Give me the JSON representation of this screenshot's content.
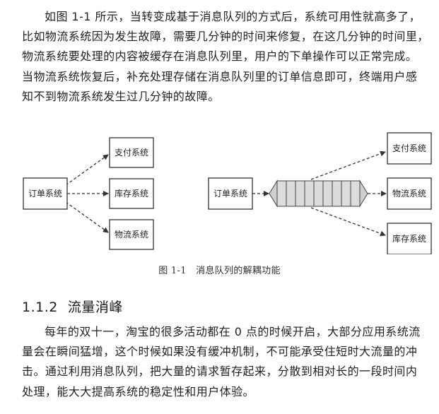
{
  "paragraph_1": [
    "如图 1-1 所示，当转变成基于消息队列的方式后，系统可用性就高多了，",
    "比如物流系统因为发生故障，需要几分钟的时间来修复，在这几分钟的时间里，",
    "物流系统要处理的内容被缓存在消息队列里，用户的下单操作可以正常完成。",
    "当物流系统恢复后，补充处理存储在消息队列里的订单信息即可，终端用户感",
    "知不到物流系统发生过几分钟的故障。"
  ],
  "figure": {
    "left_diagram": {
      "source": "订单系统",
      "targets": [
        "支付系统",
        "库存系统",
        "物流系统"
      ]
    },
    "right_diagram": {
      "source": "订单系统",
      "targets": [
        "支付系统",
        "物流系统",
        "库存系统"
      ]
    },
    "caption": "图 1-1　消息队列的解耦功能"
  },
  "section": {
    "number": "1.1.2",
    "title": "流量消峰"
  },
  "paragraph_2": [
    "每年的双十一，淘宝的很多活动都在 0 点的时候开启，大部分应用系统流",
    "量会在瞬间猛增，这个时候如果没有缓冲机制，不可能承受住短时大流量的冲",
    "击。通过利用消息队列，把大量的请求暂存起来，分散到相对长的一段时间内",
    "处理，能大大提高系统的稳定性和用户体验。"
  ]
}
